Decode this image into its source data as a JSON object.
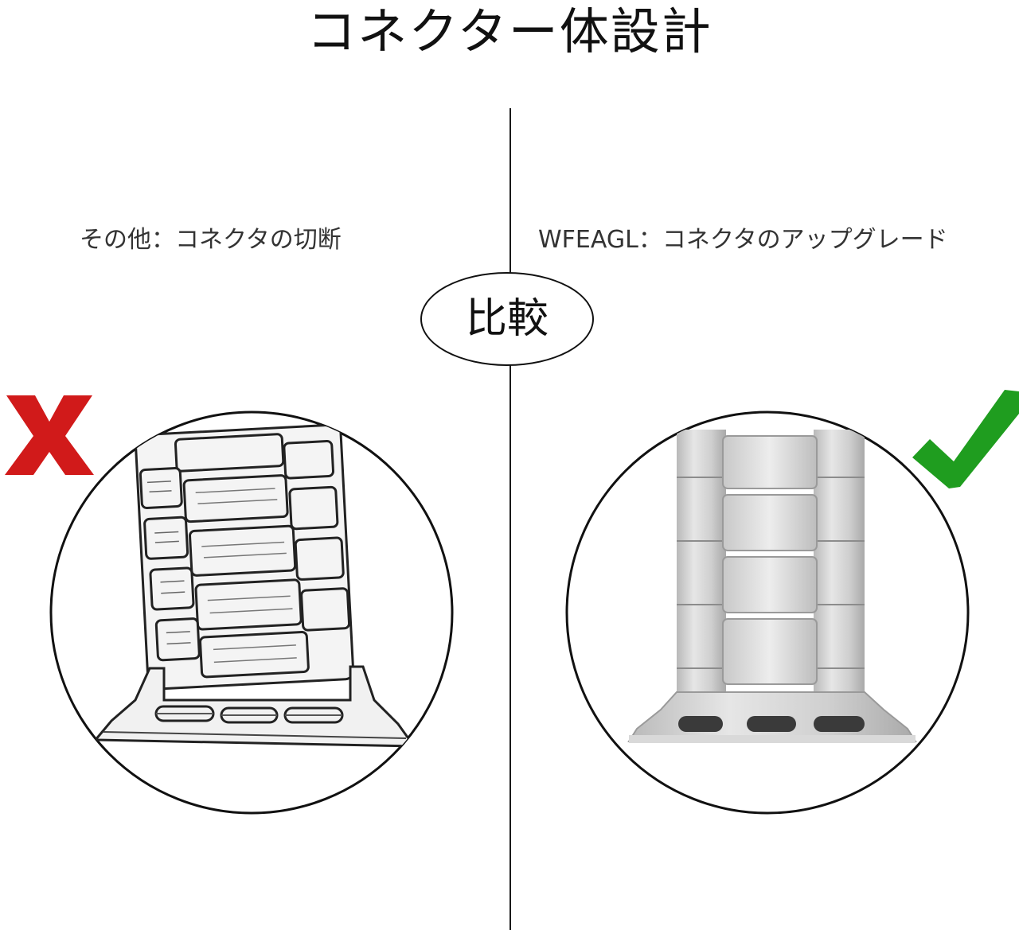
{
  "heading": {
    "title": "コネクター体設計"
  },
  "left": {
    "label": "その他：コネクタの切断",
    "mark": "x-icon",
    "mark_color": "#d11a1a"
  },
  "right": {
    "label": "WFEAGL：コネクタのアップグレード",
    "mark": "check-icon",
    "mark_color": "#1f9d1f"
  },
  "center": {
    "label": "比較"
  }
}
